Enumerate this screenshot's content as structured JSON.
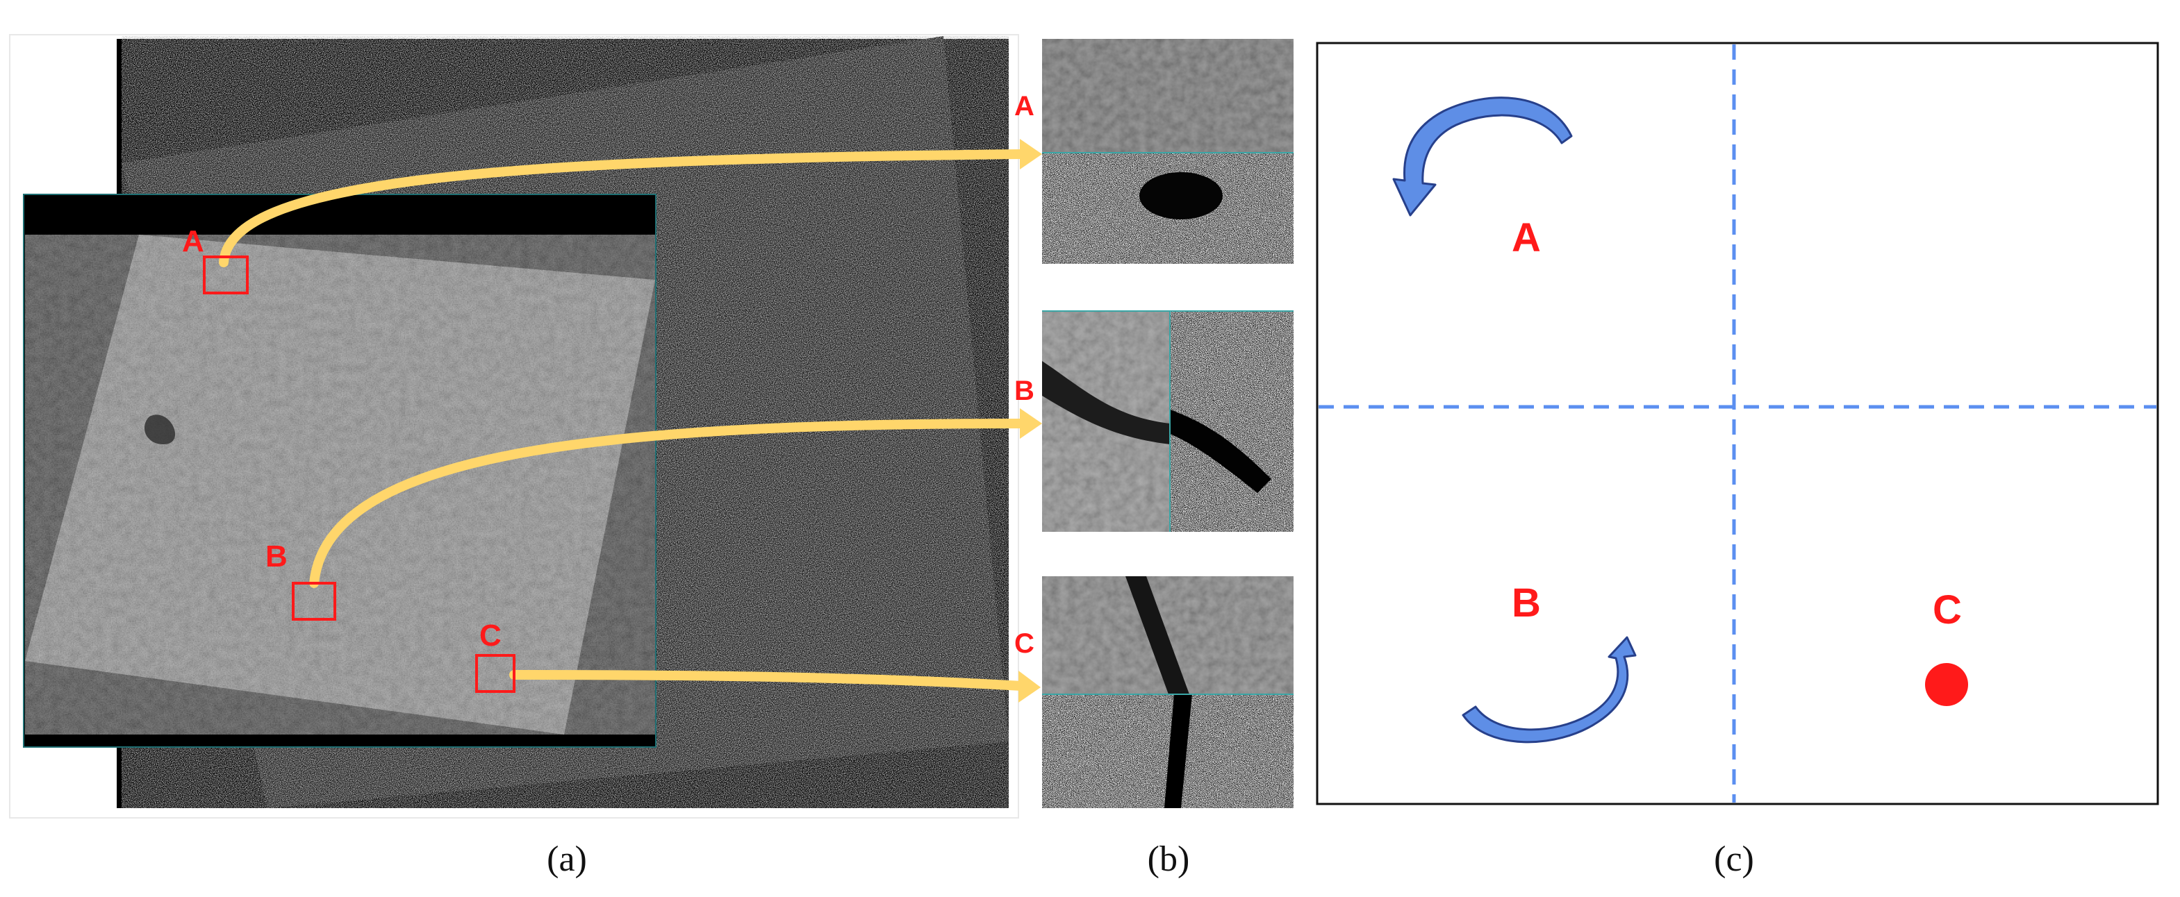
{
  "captions": {
    "a": "(a)",
    "b": "(b)",
    "c": "(c)"
  },
  "markers": {
    "a": "A",
    "b": "B",
    "c": "C"
  },
  "colors": {
    "marker_red": "#ff1a1a",
    "arrow_yellow": "#ffd66b",
    "divider_blue": "#5b8ff0",
    "rotation_arrow_fill": "#5e8ee6",
    "rotation_arrow_stroke": "#27408b"
  },
  "icons": {
    "rotate_counterclockwise": "curved-arrow-counterclockwise-icon",
    "rotate_clockwise": "curved-arrow-clockwise-icon",
    "dot": "red-dot-icon"
  }
}
